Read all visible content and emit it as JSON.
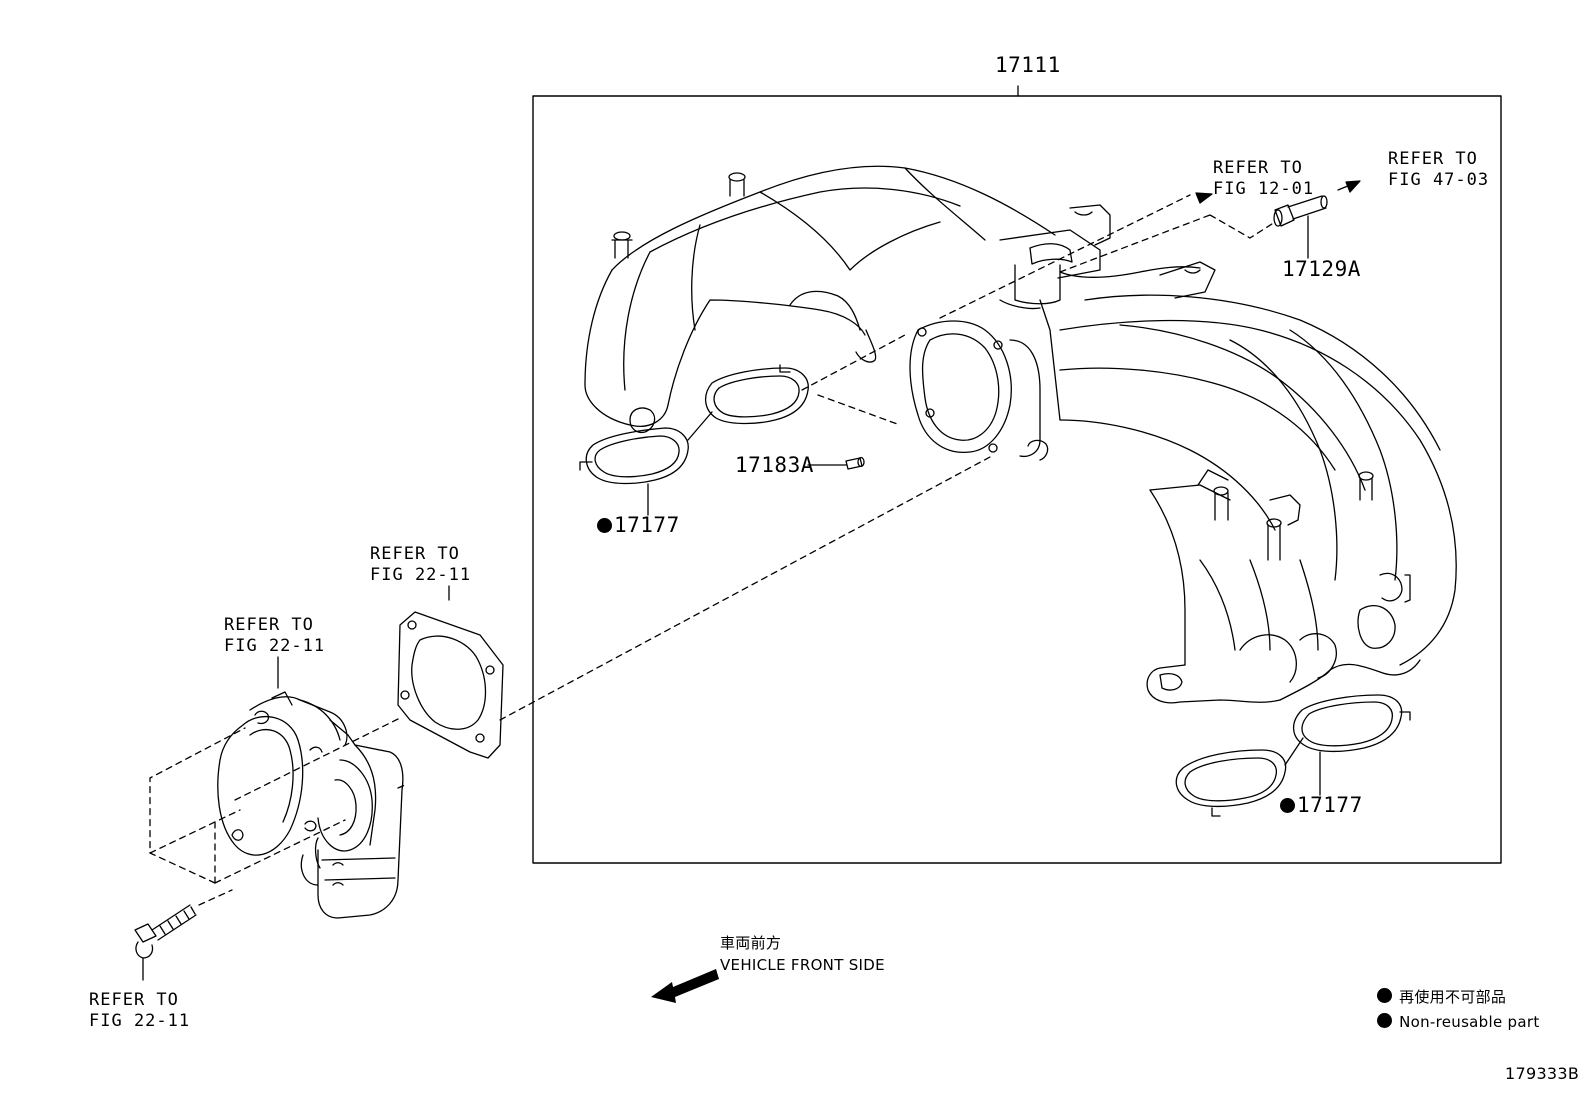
{
  "diagram": {
    "assembly_number": "17111",
    "parts": [
      {
        "number": "17129A"
      },
      {
        "number": "17183A"
      },
      {
        "number": "17177",
        "non_reusable": true
      },
      {
        "number": "17177",
        "non_reusable": true
      }
    ],
    "references": [
      {
        "line1": "REFER TO",
        "line2": "FIG 12-01"
      },
      {
        "line1": "REFER TO",
        "line2": "FIG 47-03"
      },
      {
        "line1": "REFER TO",
        "line2": "FIG 22-11"
      },
      {
        "line1": "REFER TO",
        "line2": "FIG 22-11"
      },
      {
        "line1": "REFER TO",
        "line2": "FIG 22-11"
      }
    ],
    "direction": {
      "label_jp": "車両前方",
      "label_en": "VEHICLE FRONT SIDE",
      "icon": "arrow-left-icon"
    },
    "legend": {
      "symbol": "filled-circle-icon",
      "label_jp": "再使用不可部品",
      "label_en": "Non-reusable part"
    },
    "figure_id": "179333B"
  }
}
